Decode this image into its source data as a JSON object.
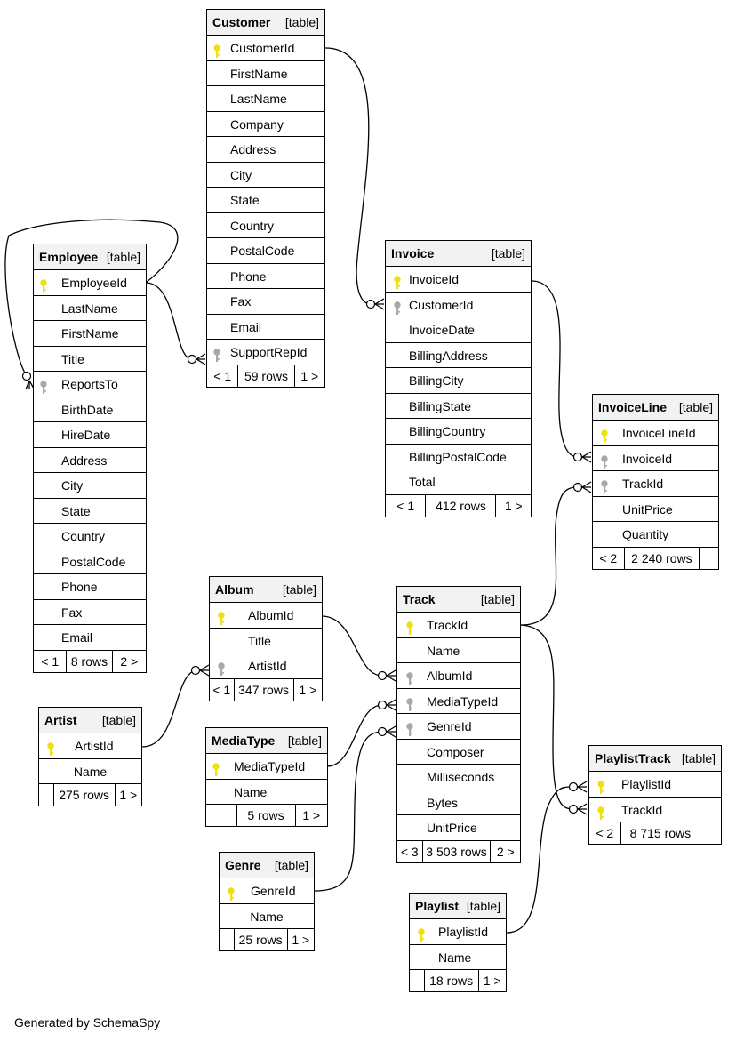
{
  "diagram": {
    "footer": "Generated by SchemaSpy",
    "colors": {
      "primary_key": "#f0e010",
      "foreign_key": "#a8a8a8",
      "header_bg": "#f2f2f2"
    },
    "tables": {
      "customer": {
        "name": "Customer",
        "tag": "[table]",
        "columns": [
          "CustomerId",
          "FirstName",
          "LastName",
          "Company",
          "Address",
          "City",
          "State",
          "Country",
          "PostalCode",
          "Phone",
          "Fax",
          "Email",
          "SupportRepId"
        ],
        "footer": [
          "< 1",
          "59 rows",
          "1 >"
        ]
      },
      "employee": {
        "name": "Employee",
        "tag": "[table]",
        "columns": [
          "EmployeeId",
          "LastName",
          "FirstName",
          "Title",
          "ReportsTo",
          "BirthDate",
          "HireDate",
          "Address",
          "City",
          "State",
          "Country",
          "PostalCode",
          "Phone",
          "Fax",
          "Email"
        ],
        "footer": [
          "< 1",
          "8 rows",
          "2 >"
        ]
      },
      "invoice": {
        "name": "Invoice",
        "tag": "[table]",
        "columns": [
          "InvoiceId",
          "CustomerId",
          "InvoiceDate",
          "BillingAddress",
          "BillingCity",
          "BillingState",
          "BillingCountry",
          "BillingPostalCode",
          "Total"
        ],
        "footer": [
          "< 1",
          "412 rows",
          "1 >"
        ]
      },
      "invoiceline": {
        "name": "InvoiceLine",
        "tag": "[table]",
        "columns": [
          "InvoiceLineId",
          "InvoiceId",
          "TrackId",
          "UnitPrice",
          "Quantity"
        ],
        "footer": [
          "< 2",
          "2 240 rows",
          ""
        ]
      },
      "album": {
        "name": "Album",
        "tag": "[table]",
        "columns": [
          "AlbumId",
          "Title",
          "ArtistId"
        ],
        "footer": [
          "< 1",
          "347 rows",
          "1 >"
        ]
      },
      "track": {
        "name": "Track",
        "tag": "[table]",
        "columns": [
          "TrackId",
          "Name",
          "AlbumId",
          "MediaTypeId",
          "GenreId",
          "Composer",
          "Milliseconds",
          "Bytes",
          "UnitPrice"
        ],
        "footer": [
          "< 3",
          "3 503 rows",
          "2 >"
        ]
      },
      "artist": {
        "name": "Artist",
        "tag": "[table]",
        "columns": [
          "ArtistId",
          "Name"
        ],
        "footer": [
          "",
          "275 rows",
          "1 >"
        ]
      },
      "mediatype": {
        "name": "MediaType",
        "tag": "[table]",
        "columns": [
          "MediaTypeId",
          "Name"
        ],
        "footer": [
          "",
          "5 rows",
          "1 >"
        ]
      },
      "genre": {
        "name": "Genre",
        "tag": "[table]",
        "columns": [
          "GenreId",
          "Name"
        ],
        "footer": [
          "",
          "25 rows",
          "1 >"
        ]
      },
      "playlisttrack": {
        "name": "PlaylistTrack",
        "tag": "[table]",
        "columns": [
          "PlaylistId",
          "TrackId"
        ],
        "footer": [
          "< 2",
          "8 715 rows",
          ""
        ]
      },
      "playlist": {
        "name": "Playlist",
        "tag": "[table]",
        "columns": [
          "PlaylistId",
          "Name"
        ],
        "footer": [
          "",
          "18 rows",
          "1 >"
        ]
      }
    }
  }
}
